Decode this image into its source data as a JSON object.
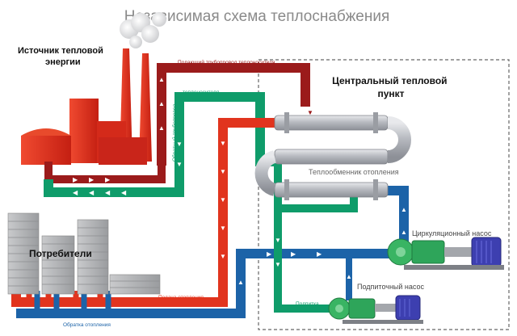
{
  "title": "Независимая схема теплоснабжения",
  "labels": {
    "source": [
      "Источник тепловой",
      "энергии"
    ],
    "ctp": [
      "Центральный тепловой",
      "пункт"
    ],
    "heat_exchanger": "Теплообменник отопления",
    "circ_pump": "Циркуляционный насос",
    "makeup_pump": "Подпиточный насос",
    "consumers": "Потребители",
    "supply_pipe": "Подающий трубопровод теплоносителя",
    "return_pipe_1": "Обратный трубопровод",
    "return_pipe_2": "теплоносителя",
    "heating_supply": "Подача отопления",
    "heating_return": "Обратка отопления",
    "makeup": "Подпитка"
  },
  "colors": {
    "hot": "#e1341e",
    "dark_red": "#9b1b1b",
    "green": "#0f9c6a",
    "blue": "#1c63a8",
    "plant": "#e22e1c",
    "steel": "#b9bcc2",
    "motor": "#3d3fb0",
    "pump": "#2ea55a"
  }
}
